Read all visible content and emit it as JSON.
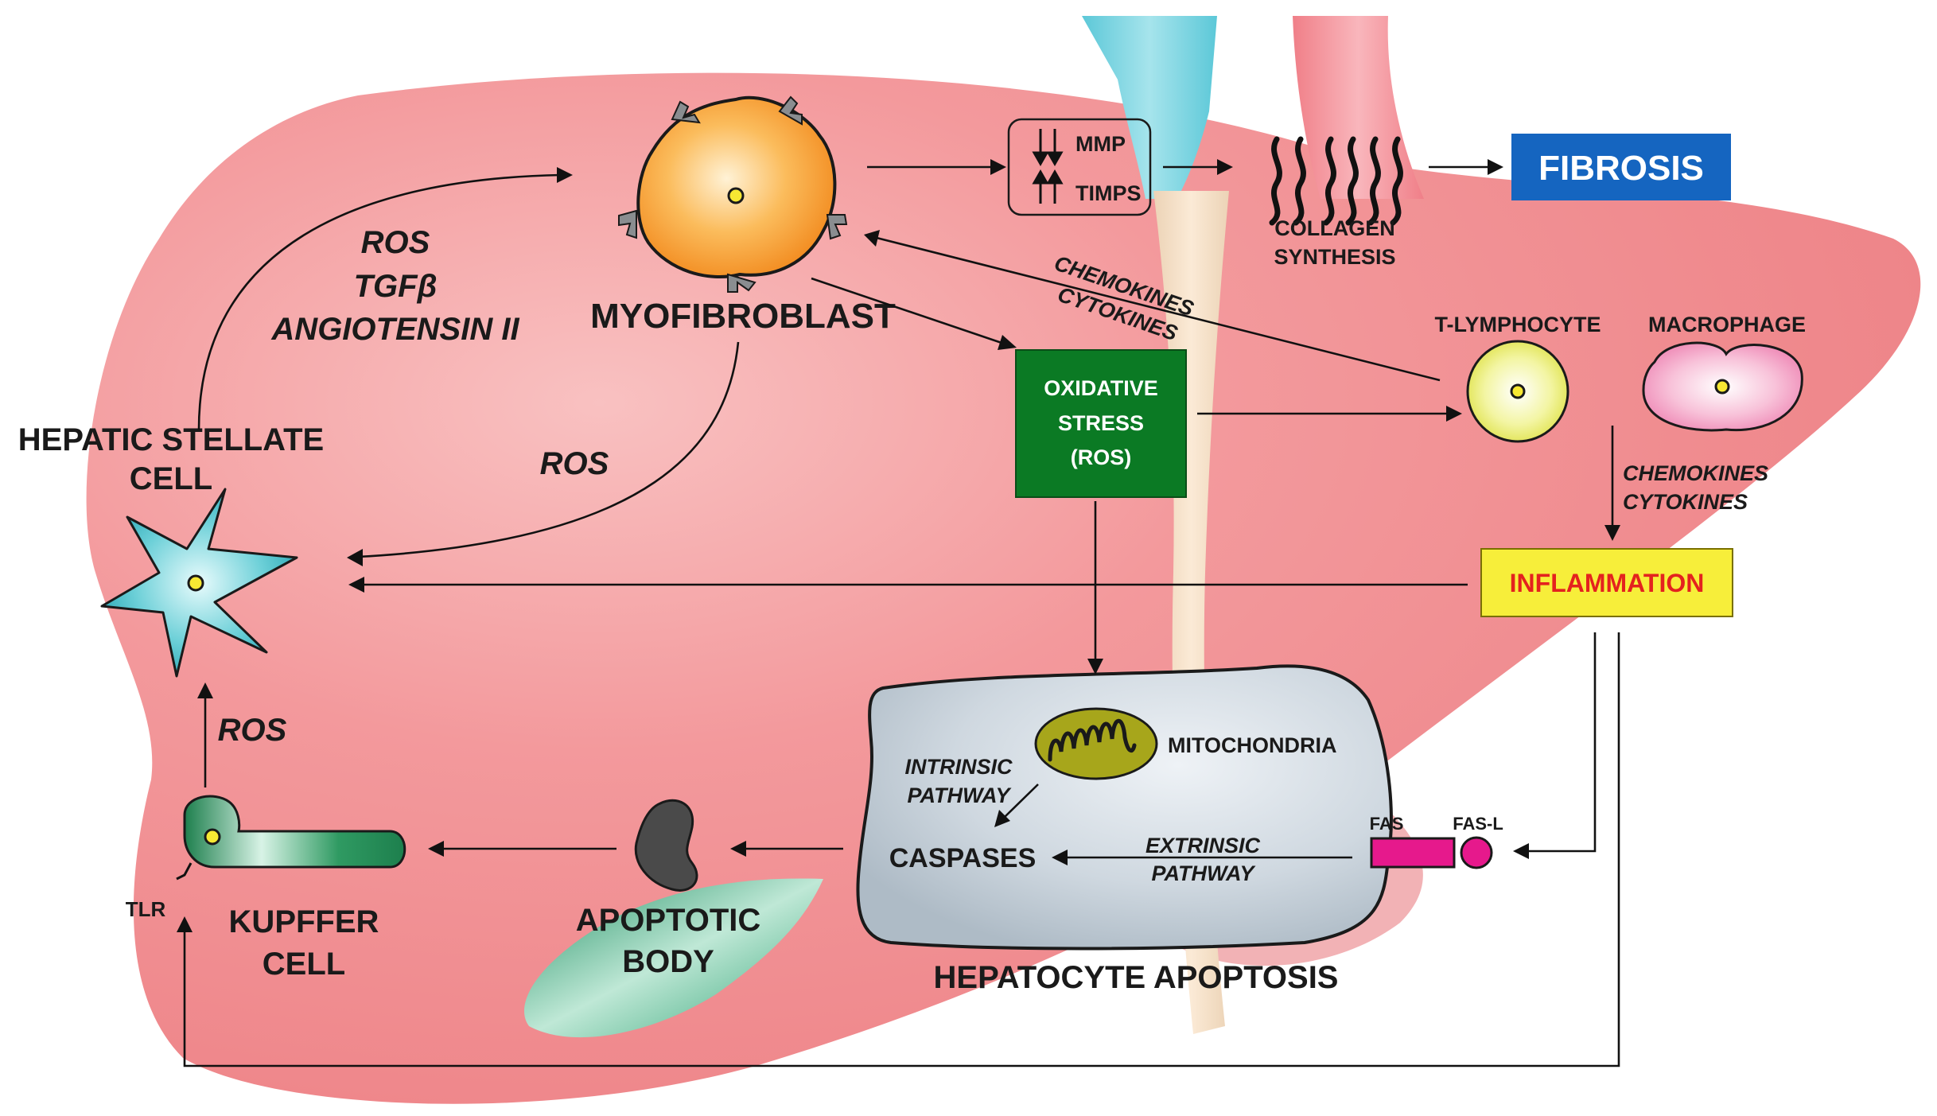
{
  "title": "",
  "colors": {
    "liver": "#f08a8e",
    "liver_highlight": "#f8b3b3",
    "fibrosis_box": "#1565c0",
    "oxidative_box": "#0b7a24",
    "inflammation_box": "#f7ee3a",
    "inflammation_text": "#e4221e",
    "hepatocyte": "#c9d3dc",
    "fas": "#e6198c",
    "myofibroblast": "#f59a2e",
    "stellate": "#3bb8c4",
    "kupffer": "#1f8a55",
    "t_lymphocyte": "#eef07a",
    "macrophage": "#f5a6c9",
    "mitochondria": "#a7a61b"
  },
  "labels": {
    "myofibroblast": "MYOFIBROBLAST",
    "hepatic_stellate_line1": "HEPATIC STELLATE",
    "hepatic_stellate_line2": "CELL",
    "ros_top": "ROS",
    "tgf": "TGFβ",
    "angiotensin": "ANGIOTENSIN  II",
    "ros_mid": "ROS",
    "ros_left": "ROS",
    "mmp": "MMP",
    "timps": "TIMPS",
    "collagen_line1": "COLLAGEN",
    "collagen_line2": "SYNTHESIS",
    "fibrosis": "FIBROSIS",
    "chemokines_diag": "CHEMOKINES",
    "cytokines_diag": "CYTOKINES",
    "oxidative_line1": "OXIDATIVE",
    "oxidative_line2": "STRESS",
    "oxidative_line3": "(ROS)",
    "t_lymphocyte": "T-LYMPHOCYTE",
    "macrophage": "MACROPHAGE",
    "chemokines_right": "CHEMOKINES",
    "cytokines_right": "CYTOKINES",
    "inflammation": "INFLAMMATION",
    "mitochondria": "MITOCHONDRIA",
    "intrinsic_line1": "INTRINSIC",
    "intrinsic_line2": "PATHWAY",
    "caspases": "CASPASES",
    "extrinsic_line1": "EXTRINSIC",
    "extrinsic_line2": "PATHWAY",
    "fas": "FAS",
    "fas_l": "FAS-L",
    "hepatocyte_apoptosis": "HEPATOCYTE APOPTOSIS",
    "apoptotic_line1": "APOPTOTIC",
    "apoptotic_line2": "BODY",
    "kupffer_line1": "KUPFFER",
    "kupffer_line2": "CELL",
    "tlr": "TLR"
  }
}
